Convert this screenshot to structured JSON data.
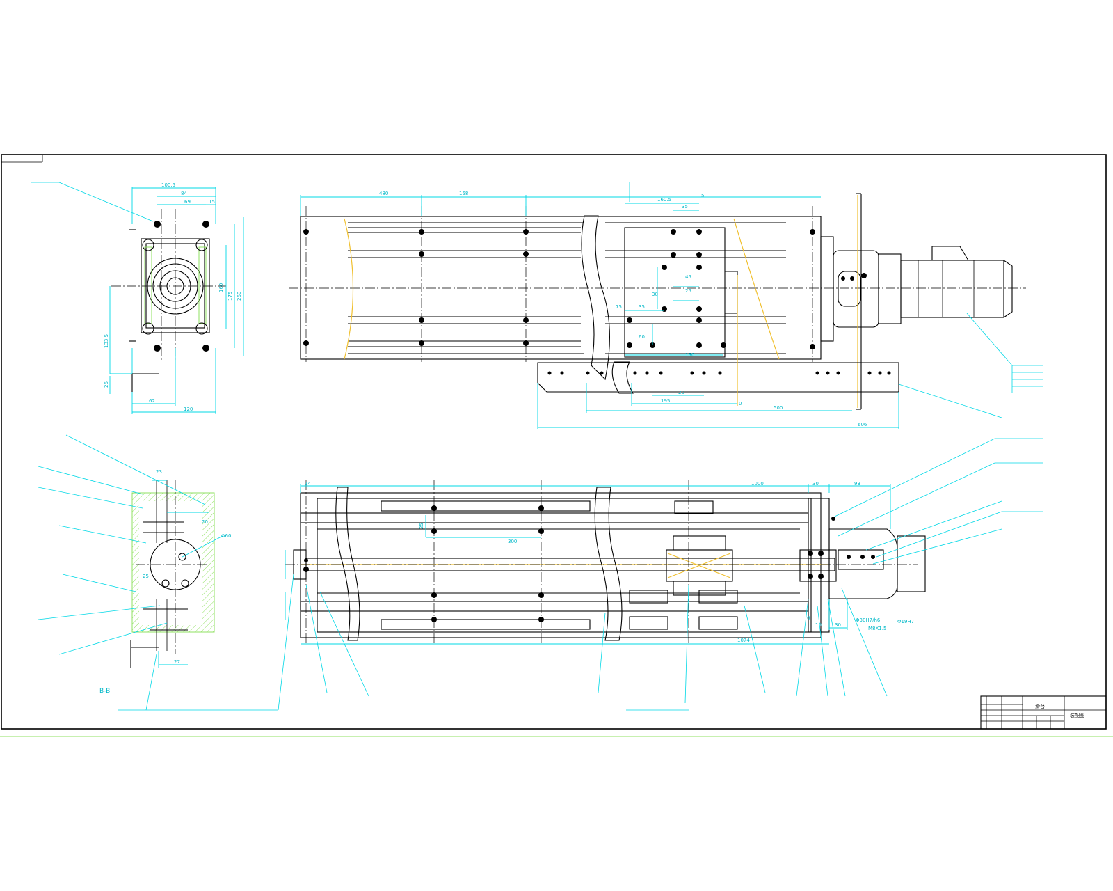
{
  "section_label": "B-B",
  "colors": {
    "outline": "#000000",
    "dimension": "#00d8e6",
    "hidden_shaft": "#f0c030",
    "hatch": "#8fe060"
  },
  "front_view_dims": {
    "d480": "480",
    "d158": "158",
    "d1605": "160.5",
    "d35a": "35",
    "d45": "45",
    "d25": "25",
    "d30": "30",
    "d75": "75",
    "d35b": "35",
    "d60": "60",
    "d150": "150",
    "d5": "5"
  },
  "rail_dims": {
    "d20": "20",
    "d195": "195",
    "d500": "500",
    "d606": "606",
    "d0": "0"
  },
  "side_view_dims": {
    "d1005": "100.5",
    "d84": "84",
    "d69": "69",
    "d15": "15",
    "d160": "160",
    "d175": "175",
    "d260": "260",
    "d1335": "133.5",
    "d26": "26",
    "d62": "62",
    "d120": "120"
  },
  "section_dims": {
    "d14": "14",
    "d1000": "1000",
    "d30a": "30",
    "d93": "93",
    "d300": "300",
    "d25": "25",
    "d1074": "1074",
    "d30b": "30",
    "d10": "10",
    "d6": "6"
  },
  "fit_labels": {
    "f1": "Φ30H7/h6",
    "f2": "Φ19H7",
    "f3": "M8X1.5"
  },
  "bb_dims": {
    "d23": "23",
    "d20": "20",
    "d60": "Φ60",
    "d25": "25",
    "d27": "27"
  },
  "title_block": {
    "name": "滑台",
    "code": "装配图"
  }
}
